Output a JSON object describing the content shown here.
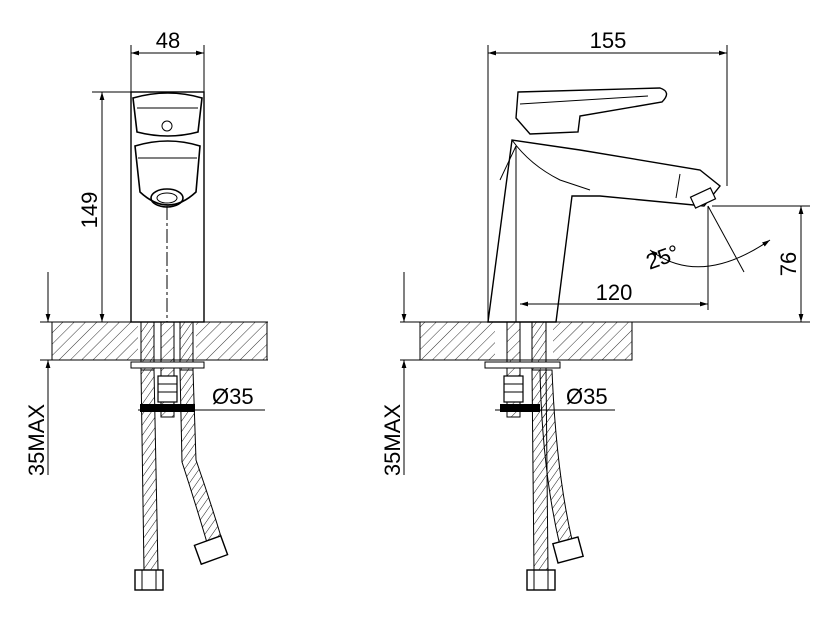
{
  "dimensions": {
    "front_width": "48",
    "front_height": "149",
    "front_hole": "Ø35",
    "front_max": "35MAX",
    "side_length": "155",
    "side_reach": "120",
    "side_spout_height": "76",
    "side_angle": "25°",
    "side_hole": "Ø35",
    "side_max": "35MAX"
  }
}
